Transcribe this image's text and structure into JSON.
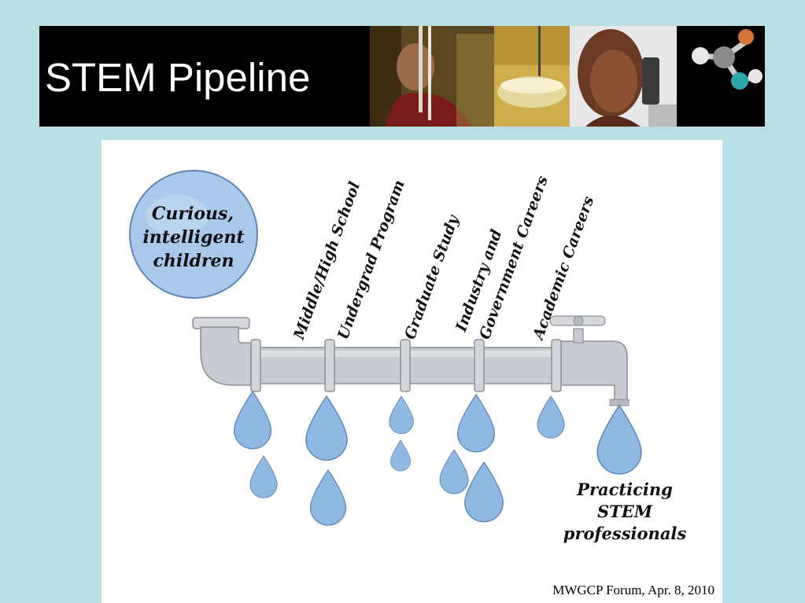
{
  "slide": {
    "title": "STEM Pipeline",
    "footer": "MWGCP Forum, Apr. 8, 2010"
  },
  "diagram": {
    "reservoir_label": [
      "Curious,",
      "intelligent",
      "children"
    ],
    "outlet_label": [
      "Practicing",
      "STEM",
      "professionals"
    ],
    "stages": [
      "Middle/High School",
      "Undergrad Program",
      "Graduate Study",
      "Industry and",
      "Government Careers",
      "Academic Careers"
    ]
  },
  "colors": {
    "background": "#b8dfe3",
    "title_bar": "#000000",
    "title_text": "#ffffff",
    "reservoir": "#a9c8ea",
    "pipe": "#c9cbd2",
    "water": "#8fb8e2"
  },
  "icons": [
    "water-drop-icon",
    "faucet-handle-icon"
  ]
}
